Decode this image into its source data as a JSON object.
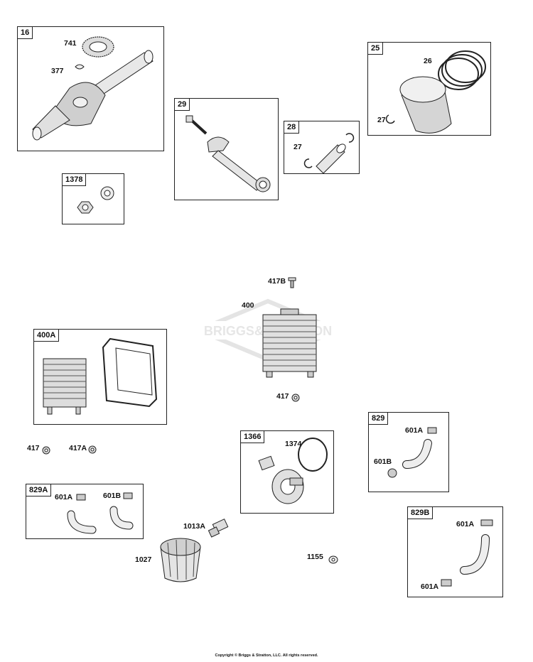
{
  "watermark": "BRIGGS&STRATTON",
  "boxes": {
    "b16": "16",
    "b1378": "1378",
    "b29": "29",
    "b28": "28",
    "b25": "25",
    "b400a": "400A",
    "b829": "829",
    "b1366": "1366",
    "b829a": "829A",
    "b829b": "829B"
  },
  "labels": {
    "l741": "741",
    "l377": "377",
    "l26": "26",
    "l27p": "27",
    "l27": "27",
    "l417b": "417B",
    "l400": "400",
    "l417a_top": "417",
    "l417": "417",
    "l417a": "417A",
    "l601a_829": "601A",
    "l601b_829": "601B",
    "l1374": "1374",
    "l601a_829a": "601A",
    "l601b_829a": "601B",
    "l1013a": "1013A",
    "l1027": "1027",
    "l1155": "1155",
    "l601a_829b_top": "601A",
    "l601a_829b_bot": "601A"
  },
  "copyright": "Copyright © Briggs & Stratton, LLC. All rights reserved."
}
